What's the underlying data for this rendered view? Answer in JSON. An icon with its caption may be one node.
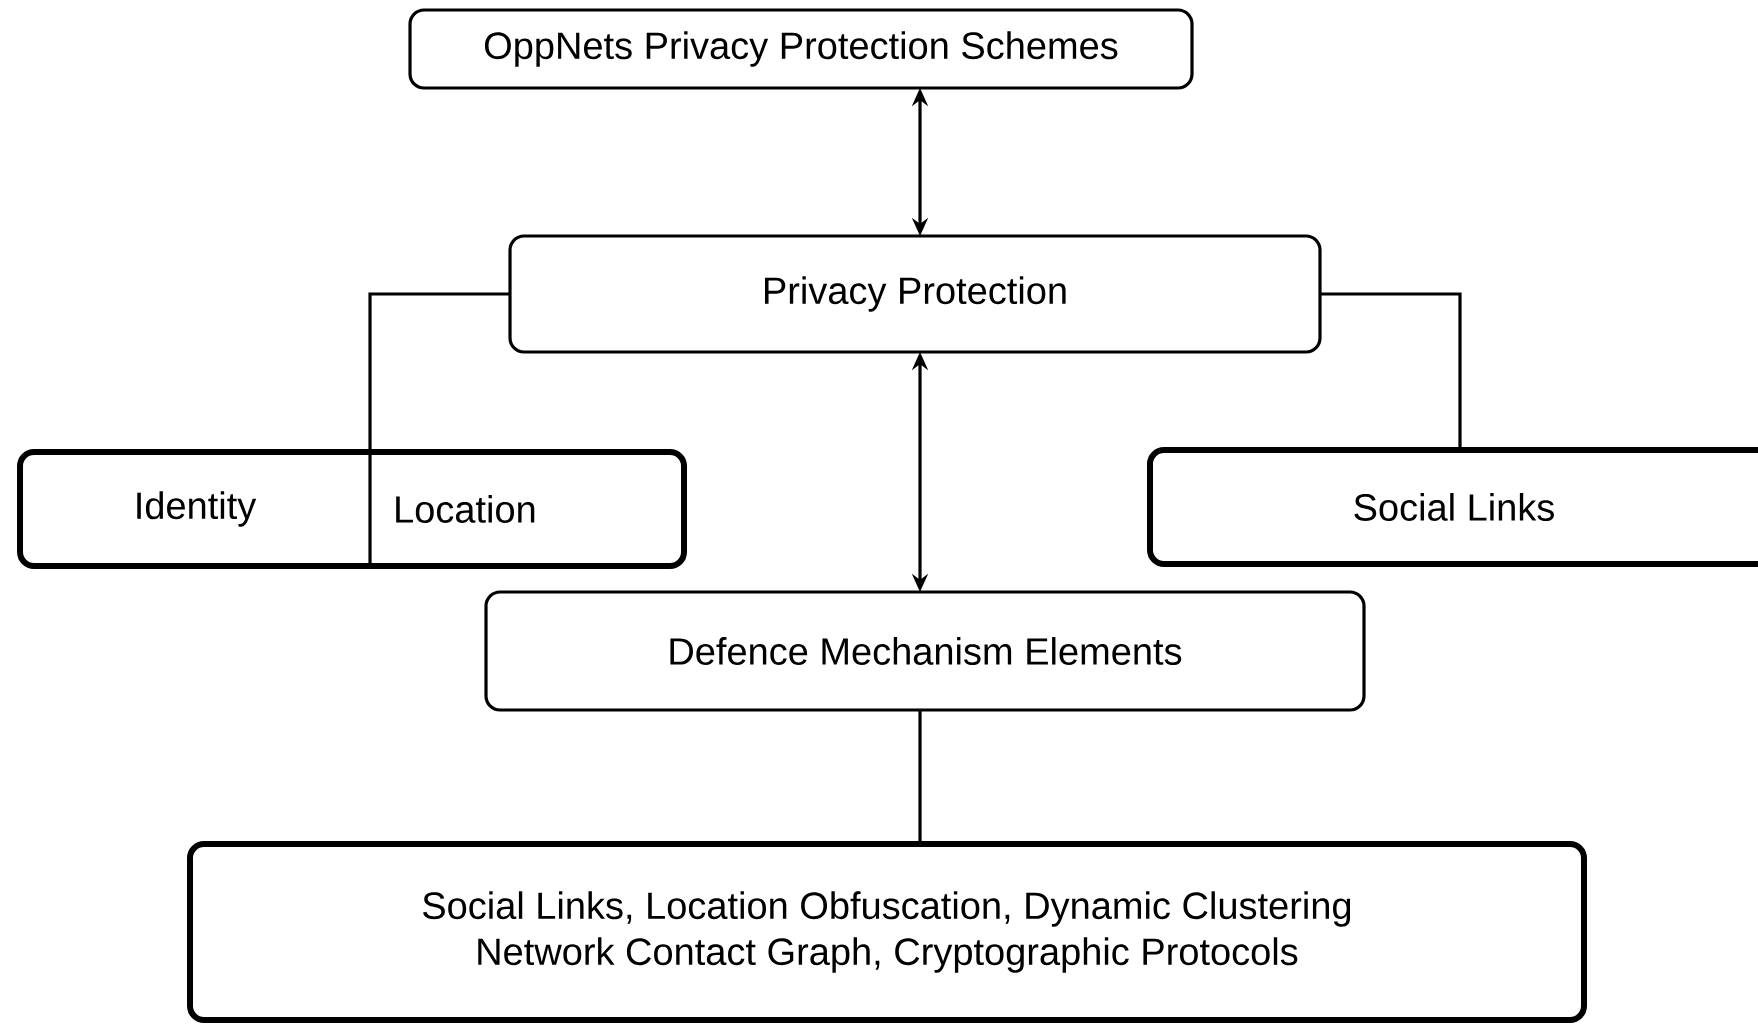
{
  "diagram": {
    "nodes": [
      {
        "text": [
          "OppNets Privacy Protection Schemes"
        ]
      },
      {
        "text": [
          "Privacy Protection"
        ]
      },
      {
        "text": [
          "Identity",
          "Location"
        ]
      },
      {
        "text": [
          "Social Links"
        ]
      },
      {
        "text": [
          "Defence Mechanism Elements"
        ]
      },
      {
        "text": [
          "Social Links, Location Obfuscation, Dynamic Clustering",
          "Network Contact Graph, Cryptographic Protocols"
        ]
      }
    ],
    "edges": [
      {
        "from": 0,
        "to": 1,
        "arrow": "both"
      },
      {
        "from": 1,
        "to": 2,
        "arrow": "none"
      },
      {
        "from": 1,
        "to": 3,
        "arrow": "none"
      },
      {
        "from": 1,
        "to": 4,
        "arrow": "both"
      },
      {
        "from": 4,
        "to": 5,
        "arrow": "none"
      }
    ]
  }
}
